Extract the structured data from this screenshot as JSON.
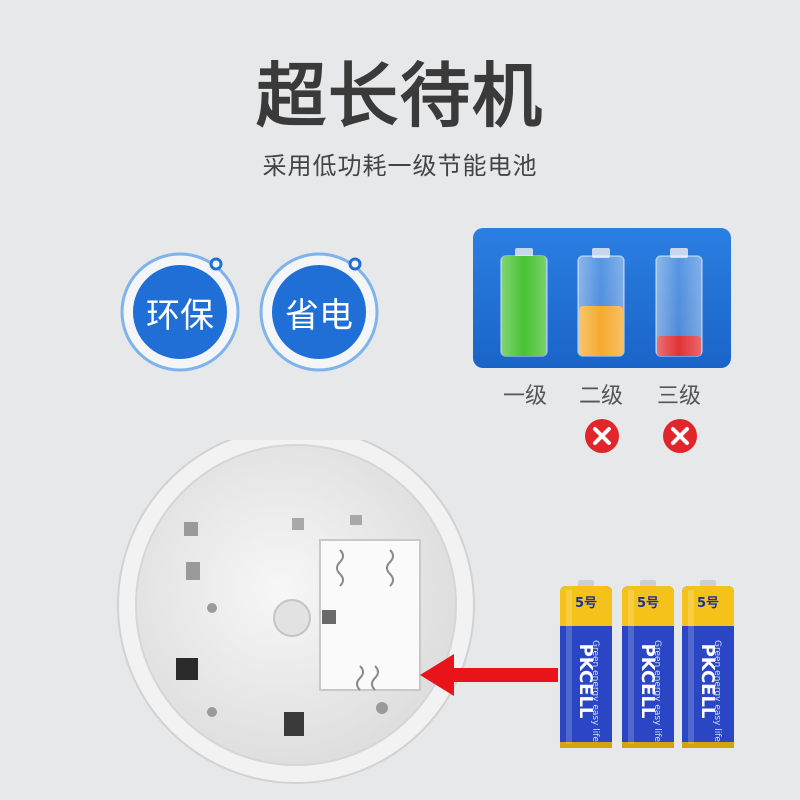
{
  "header": {
    "title": "超长待机",
    "subtitle": "采用低功耗一级节能电池"
  },
  "badges": [
    {
      "label": "环保"
    },
    {
      "label": "省电"
    }
  ],
  "levels": [
    {
      "label": "一级",
      "fill": 1.0,
      "color": "#3fbf2a"
    },
    {
      "label": "二级",
      "fill": 0.5,
      "color": "#f5a623"
    },
    {
      "label": "三级",
      "fill": 0.2,
      "color": "#e0282c"
    }
  ],
  "batteries": {
    "brand": "PKCELL",
    "type": "5号",
    "slogan": "Green energy easy life",
    "count": 3
  },
  "icons": {
    "reject": "x-circle-icon",
    "arrow": "arrow-left-icon"
  },
  "colors": {
    "accent_blue": "#1f6fd6",
    "reject_red": "#e1262b",
    "arrow_red": "#e8141a"
  }
}
